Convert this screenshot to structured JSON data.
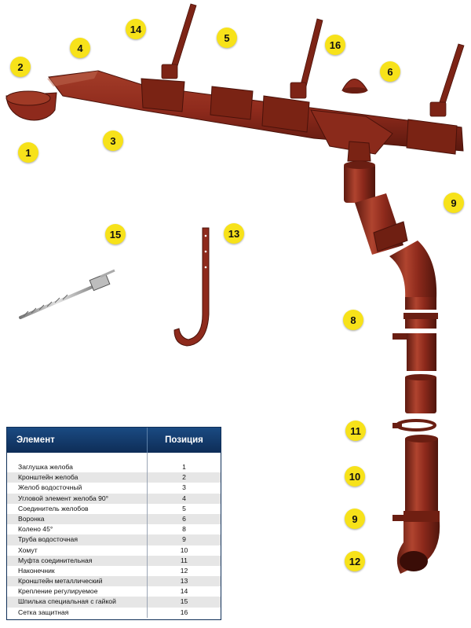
{
  "callouts": [
    {
      "id": "1",
      "label": "1"
    },
    {
      "id": "2",
      "label": "2"
    },
    {
      "id": "3",
      "label": "3"
    },
    {
      "id": "4",
      "label": "4"
    },
    {
      "id": "5",
      "label": "5"
    },
    {
      "id": "6",
      "label": "6"
    },
    {
      "id": "8",
      "label": "8"
    },
    {
      "id": "9a",
      "label": "9"
    },
    {
      "id": "9b",
      "label": "9"
    },
    {
      "id": "10",
      "label": "10"
    },
    {
      "id": "11",
      "label": "11"
    },
    {
      "id": "12",
      "label": "12"
    },
    {
      "id": "13",
      "label": "13"
    },
    {
      "id": "14",
      "label": "14"
    },
    {
      "id": "15",
      "label": "15"
    },
    {
      "id": "16",
      "label": "16"
    }
  ],
  "legend": {
    "col_element": "Элемент",
    "col_position": "Позиция",
    "rows": [
      {
        "name": "Заглушка желоба",
        "pos": "1"
      },
      {
        "name": "Кронштейн желоба",
        "pos": "2"
      },
      {
        "name": "Желоб водосточный",
        "pos": "3"
      },
      {
        "name": "Угловой элемент желоба 90°",
        "pos": "4"
      },
      {
        "name": "Соединитель желобов",
        "pos": "5"
      },
      {
        "name": "Воронка",
        "pos": "6"
      },
      {
        "name": "Колено 45°",
        "pos": "8"
      },
      {
        "name": "Труба водосточная",
        "pos": "9"
      },
      {
        "name": "Хомут",
        "pos": "10"
      },
      {
        "name": "Муфта соединительная",
        "pos": "11"
      },
      {
        "name": "Наконечник",
        "pos": "12"
      },
      {
        "name": "Кронштейн металлический",
        "pos": "13"
      },
      {
        "name": "Крепление регулируемое",
        "pos": "14"
      },
      {
        "name": "Шпилька специальная с гайкой",
        "pos": "15"
      },
      {
        "name": "Сетка защитная",
        "pos": "16"
      }
    ]
  },
  "colors": {
    "product": "#8e2a1c",
    "product_dark": "#5e1a10",
    "product_light": "#b0442f",
    "callout": "#f7e21a",
    "legend_header": "#143d70"
  }
}
